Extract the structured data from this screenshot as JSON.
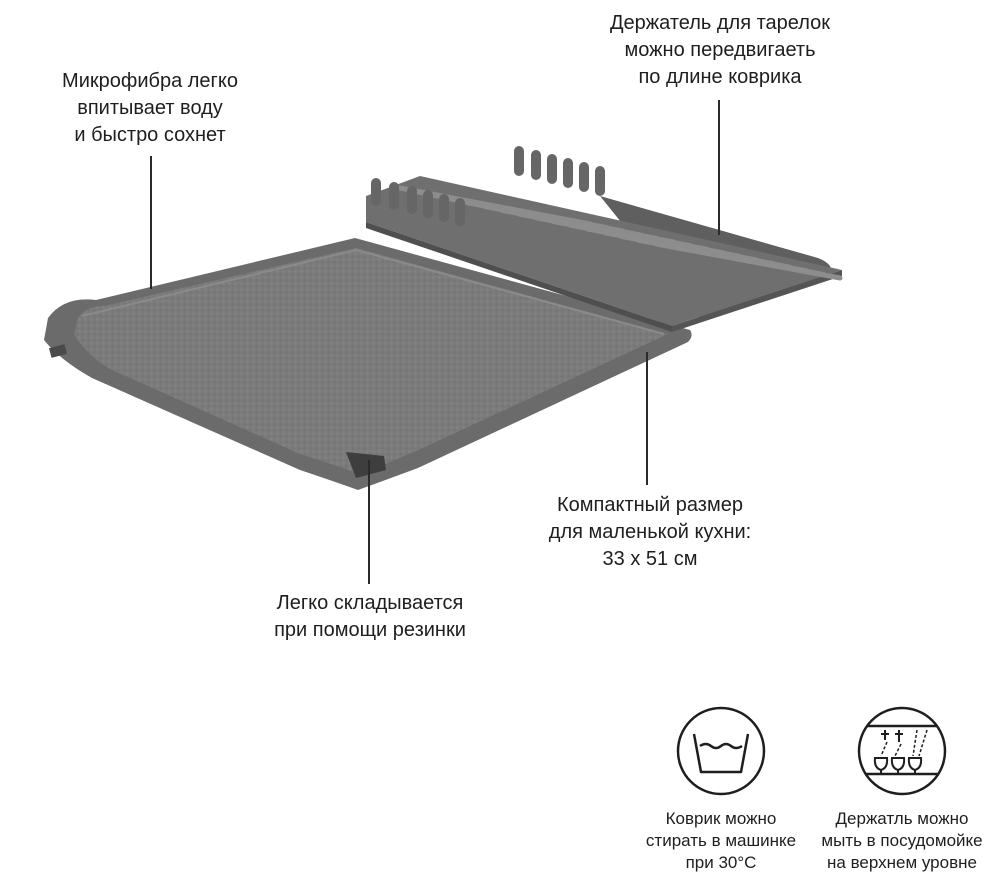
{
  "callouts": {
    "microfiber": [
      "Микрофибра легко",
      "впитывает воду",
      "и быстро сохнет"
    ],
    "holder": [
      "Держатель для тарелок",
      "можно передвигаеть",
      "по длине коврика"
    ],
    "compact": [
      "Компактный размер",
      "для маленькой кухни:",
      "33 х 51 см"
    ],
    "fold": [
      "Легко складывается",
      "при помощи резинки"
    ]
  },
  "icons": {
    "washing": {
      "icon": "washing-machine-30-icon",
      "caption": [
        "Коврик можно",
        "стирать в машинке",
        "при 30°С"
      ]
    },
    "dishwasher": {
      "icon": "dishwasher-top-rack-icon",
      "caption": [
        "Держатль можно",
        "мыть в посудомойке",
        "на верхнем уровне"
      ]
    }
  },
  "colors": {
    "mat": "#777777",
    "rack": "#6a6a6a",
    "text": "#1e1e1e"
  }
}
